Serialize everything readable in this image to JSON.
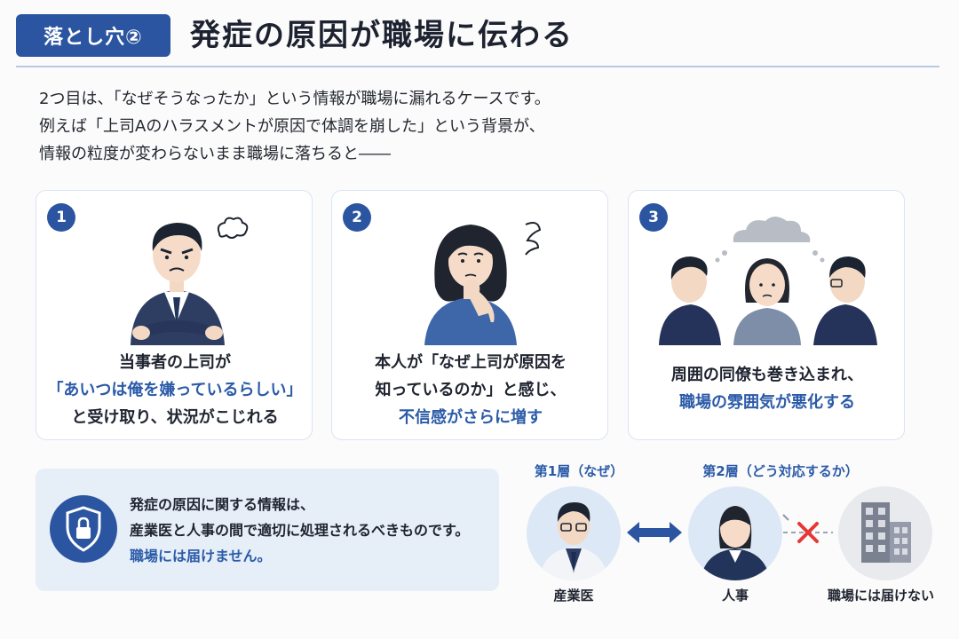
{
  "header": {
    "badge": "落とし穴②",
    "title": "発症の原因が職場に伝わる"
  },
  "intro": {
    "lines": [
      "2つ目は、「なぜそうなったか」という情報が職場に漏れるケースです。",
      "例えば「上司Aのハラスメントが原因で体調を崩した」という背景が、",
      "情報の粒度が変わらないまま職場に落ちると――"
    ]
  },
  "cards": [
    {
      "number": "1",
      "lines": [
        "当事者の上司が",
        "「あいつは俺を嫌っているらしい」",
        "と受け取り、状況がこじれる"
      ],
      "highlight_line": 1
    },
    {
      "number": "2",
      "lines": [
        "本人が「なぜ上司が原因を",
        "知っているのか」と感じ、",
        "不信感がさらに増す"
      ],
      "highlight_line": 2
    },
    {
      "number": "3",
      "lines": [
        "周囲の同僚も巻き込まれ、",
        "職場の雰囲気が悪化する"
      ],
      "highlight_line": 1
    }
  ],
  "info": {
    "lines": [
      "発症の原因に関する情報は、",
      "産業医と人事の間で適切に処理されるべきものです。",
      "職場には届けません。"
    ],
    "icon": "shield-lock-icon"
  },
  "flow": {
    "layer1": "第1層（なぜ）",
    "layer2": "第2層（どう対応するか）",
    "doctor": "産業医",
    "hr": "人事",
    "workplace": "職場には届けない"
  },
  "colors": {
    "accent": "#2b55a0",
    "highlight": "#2b5ba8",
    "info_bg": "#e6eef8",
    "cross": "#e53935"
  }
}
